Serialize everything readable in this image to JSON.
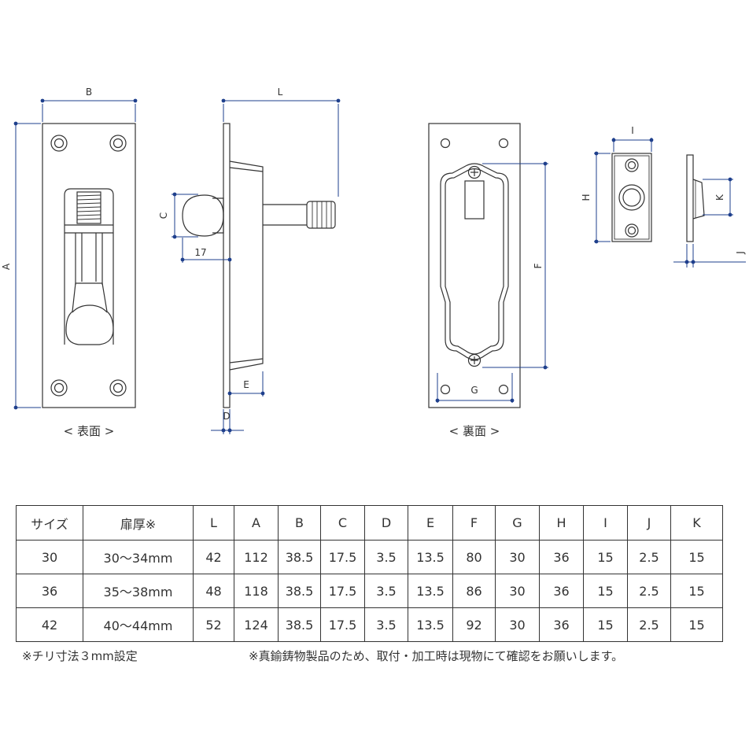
{
  "drawing": {
    "labels": {
      "B": "B",
      "L": "L",
      "A": "A",
      "C": "C",
      "d17": "17",
      "E": "E",
      "D": "D",
      "F": "F",
      "G": "G",
      "I": "I",
      "H": "H",
      "K": "K",
      "J": "J"
    },
    "caption_front": "< 表面 >",
    "caption_back": "< 裏面 >",
    "colors": {
      "line": "#333333",
      "dimension": "#1e3f8c"
    }
  },
  "table": {
    "headers": [
      "サイズ",
      "扉厚※",
      "L",
      "A",
      "B",
      "C",
      "D",
      "E",
      "F",
      "G",
      "H",
      "I",
      "J",
      "K"
    ],
    "rows": [
      [
        "30",
        "30〜34mm",
        "42",
        "112",
        "38.5",
        "17.5",
        "3.5",
        "13.5",
        "80",
        "30",
        "36",
        "15",
        "2.5",
        "15"
      ],
      [
        "36",
        "35〜38mm",
        "48",
        "118",
        "38.5",
        "17.5",
        "3.5",
        "13.5",
        "86",
        "30",
        "36",
        "15",
        "2.5",
        "15"
      ],
      [
        "42",
        "40〜44mm",
        "52",
        "124",
        "38.5",
        "17.5",
        "3.5",
        "13.5",
        "92",
        "30",
        "36",
        "15",
        "2.5",
        "15"
      ]
    ]
  },
  "notes": {
    "left": "※チリ寸法３mm設定",
    "right": "※真鍮鋳物製品のため、取付・加工時は現物にて確認をお願いします。"
  }
}
